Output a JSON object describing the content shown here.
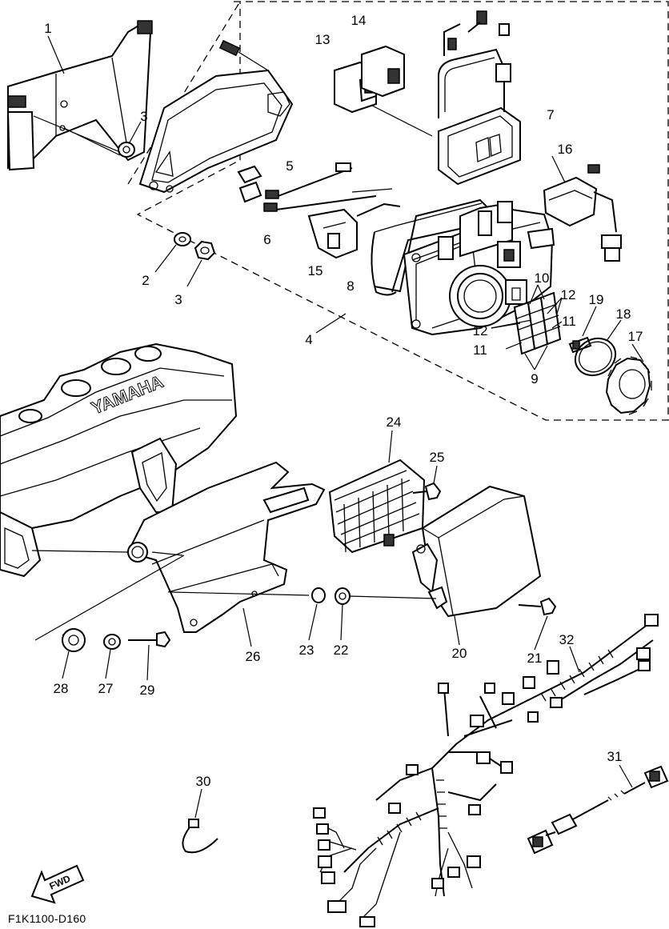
{
  "figure_code": "F1K1100-D160",
  "engine_cover_text": "YAMAHA",
  "fwd_label": "FWD",
  "callouts": {
    "c1": "1",
    "c2": "2",
    "c3a": "3",
    "c3b": "3",
    "c4": "4",
    "c5": "5",
    "c6": "6",
    "c7": "7",
    "c8": "8",
    "c9": "9",
    "c10": "10",
    "c11a": "11",
    "c11b": "11",
    "c12a": "12",
    "c12b": "12",
    "c13": "13",
    "c14": "14",
    "c15": "15",
    "c16": "16",
    "c17": "17",
    "c18": "18",
    "c19": "19",
    "c20": "20",
    "c21": "21",
    "c22": "22",
    "c23": "23",
    "c24": "24",
    "c25": "25",
    "c26": "26",
    "c27": "27",
    "c28": "28",
    "c29": "29",
    "c30": "30",
    "c31": "31",
    "c32": "32"
  }
}
